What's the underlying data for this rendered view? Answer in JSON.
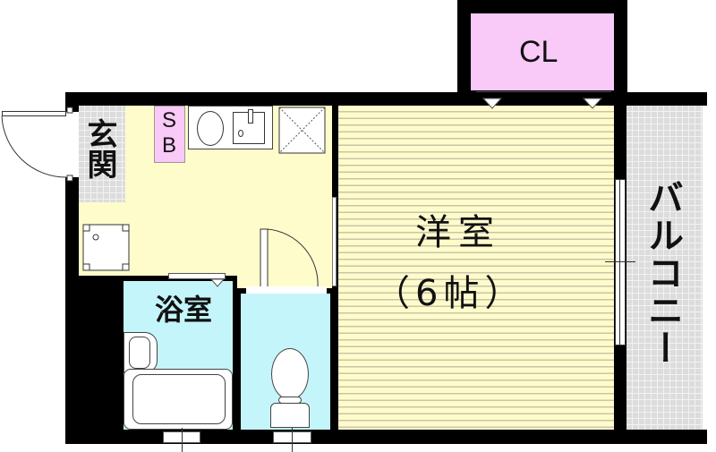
{
  "floorplan": {
    "rooms": {
      "entrance": {
        "label": "玄関",
        "color": "#dcdcdc"
      },
      "shoe_box": {
        "label": "SB",
        "color": "#f9c9f7"
      },
      "kitchen": {
        "label": "",
        "color": "#fefccb"
      },
      "closet": {
        "label": "CL",
        "color": "#f9c9f7"
      },
      "western_room": {
        "label_line1": "洋室",
        "label_line2": "（6帖）",
        "color": "#fefccb"
      },
      "bathroom": {
        "label": "浴室",
        "color": "#c4f5fb"
      },
      "toilet": {
        "label": "",
        "color": "#c4f5fb"
      },
      "balcony": {
        "label": "バルコニー",
        "color": "#dcdcdc"
      }
    },
    "fixtures": [
      "washing-machine-pan",
      "sink",
      "stove",
      "refrigerator-space",
      "bathtub",
      "wash-basin",
      "toilet-bowl"
    ],
    "colors": {
      "wall": "#000000",
      "floor_lines": "#c9c5a8",
      "background": "#ffffff"
    }
  }
}
